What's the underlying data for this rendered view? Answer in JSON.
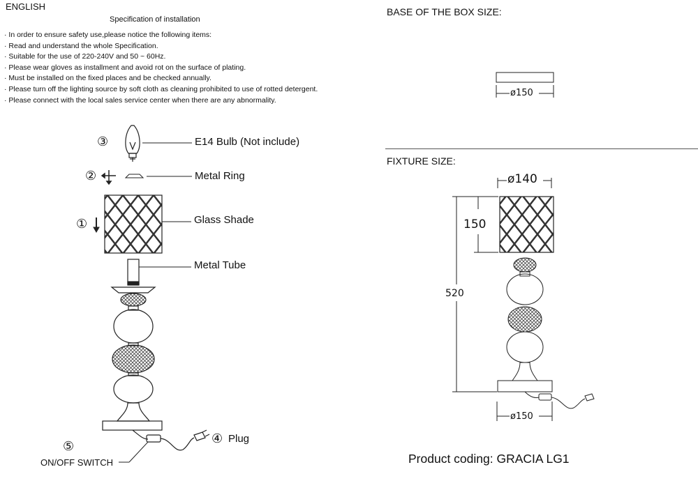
{
  "header": {
    "language": "ENGLISH",
    "spec_title": "Specification of installation"
  },
  "instructions": [
    "In order to ensure safety use,please notice the following items:",
    "Read and understand the whole Specification.",
    "Suitable for the use of 220-240V and 50 ~ 60Hz.",
    "Please wear gloves as installment and avoid rot on the surface of plating.",
    "Must be installed on the fixed places and be checked annually.",
    "Please turn off the lighting source by soft cloth as cleaning prohibited to use of rotted detergent.",
    "Please connect with the local sales service center when there are any abnormality."
  ],
  "parts": {
    "bulb": {
      "step": "③",
      "label": "E14 Bulb (Not include)"
    },
    "ring": {
      "step": "②",
      "label": "Metal Ring"
    },
    "shade": {
      "step": "①",
      "label": "Glass Shade"
    },
    "tube": {
      "label": "Metal Tube"
    },
    "plug": {
      "step": "④",
      "label": "Plug"
    },
    "switch": {
      "step": "⑤",
      "label": "ON/OFF SWITCH"
    }
  },
  "box": {
    "title": "BASE OF THE BOX SIZE:",
    "diameter": "ø150"
  },
  "fixture": {
    "title": "FIXTURE SIZE:",
    "shade_diameter": "ø140",
    "shade_height": "150",
    "total_height": "520",
    "base_diameter": "ø150"
  },
  "product_code": "Product coding: GRACIA LG1"
}
